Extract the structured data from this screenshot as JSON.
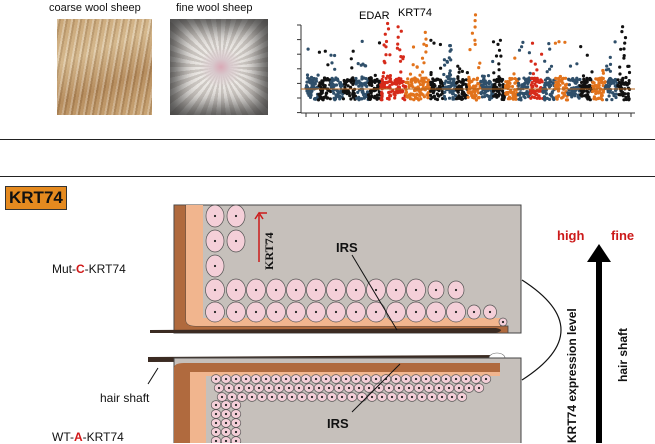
{
  "top": {
    "coarse_label": "coarse wool sheep",
    "fine_label": "fine wool sheep",
    "gene_labels": {
      "edar": "EDAR",
      "krt74": "KRT74"
    }
  },
  "bottom": {
    "title": "KRT74",
    "mut_label": {
      "prefix": "Mut-",
      "allele": "C",
      "suffix": "-KRT74"
    },
    "wt_label": {
      "prefix": "WT-",
      "allele": "A",
      "suffix": "-KRT74"
    },
    "hair_shaft_label": "hair shaft",
    "irs_label": "IRS",
    "krt74_arrow_label": "KRT74",
    "high_label": "high",
    "fine_label": "fine",
    "expression_axis_label": "KRT74 expression level",
    "hair_shaft_axis_label": "hair shaft"
  },
  "colors": {
    "accent_red": "#cc1a1a",
    "title_bg": "#e58a1f",
    "follicle_gray": "#c6c0bb",
    "cell_pink": "#f4cfd8",
    "manhattan_palette": [
      "#2f4f6a",
      "#e2731c",
      "#d62a1a",
      "#111111"
    ]
  }
}
